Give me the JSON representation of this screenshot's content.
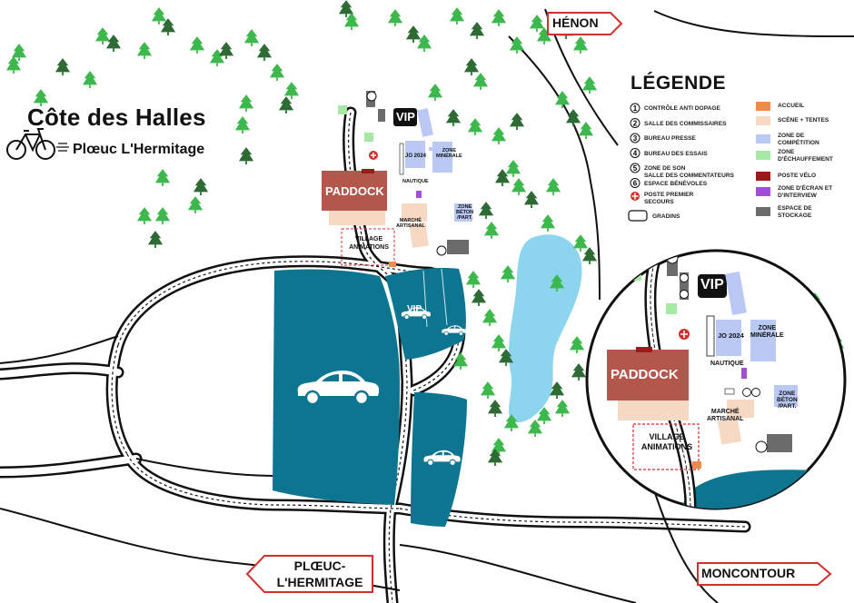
{
  "title": "Côte des Halles",
  "subtitle": "Plœuc L'Hermitage",
  "legend": {
    "title": "LÉGENDE",
    "numbered": [
      {
        "num": "1",
        "label": "CONTRÔLE ANTI DOPAGE"
      },
      {
        "num": "2",
        "label": "SALLE DES COMMISSAIRES"
      },
      {
        "num": "3",
        "label": "BUREAU PRESSE"
      },
      {
        "num": "4",
        "label": "BUREAU DES ESSAIS"
      },
      {
        "num": "5",
        "label": "ZONE DE SON\nSALLE DES COMMENTATEURS"
      },
      {
        "num": "6",
        "label": "ESPACE BÉNÉVOLES"
      }
    ],
    "first_aid": "POSTE PREMIER\nSECOURS",
    "stands": "GRADINS",
    "zones": [
      {
        "label": "ACCUEIL",
        "color": "#f08a4b"
      },
      {
        "label": "SCÈNE + TENTES",
        "color": "#f6d9c2"
      },
      {
        "label": "ZONE DE\nCOMPÉTITION",
        "color": "#b9c9f4"
      },
      {
        "label": "ZONE\nD'ÉCHAUFFEMENT",
        "color": "#a6e8a4"
      },
      {
        "label": "POSTE VÉLO",
        "color": "#9c1a1a"
      },
      {
        "label": "ZONE D'ÉCRAN ET\nD'INTERVIEW",
        "color": "#a04fd6"
      },
      {
        "label": "ESPACE DE\nSTOCKAGE",
        "color": "#6b6b6b"
      }
    ]
  },
  "map_labels": {
    "vip": "VIP",
    "paddock": "PADDOCK",
    "village": "VILLAGE\nANIMATIONS",
    "marche": "MARCHÉ\nARTISANAL",
    "jo2024": "JO 2024",
    "nautique": "NAUTIQUE",
    "zone_minerale": "ZONE\nMINÉRALE",
    "zone_beton": "ZONE\nBÉTON\n/PART.",
    "parking_vip": "VIP"
  },
  "signs": {
    "henon": "HÉNON",
    "ploeuc": "PLŒUC-\nL'HERMITAGE",
    "moncontour": "MONCONTOUR"
  },
  "colors": {
    "parking": "#0e7591",
    "lake": "#8dd4ef",
    "tree": "#3db84d",
    "tree_dark": "#2e6b34",
    "paddock": "#b3564c",
    "sign_border": "#d32f2f"
  }
}
